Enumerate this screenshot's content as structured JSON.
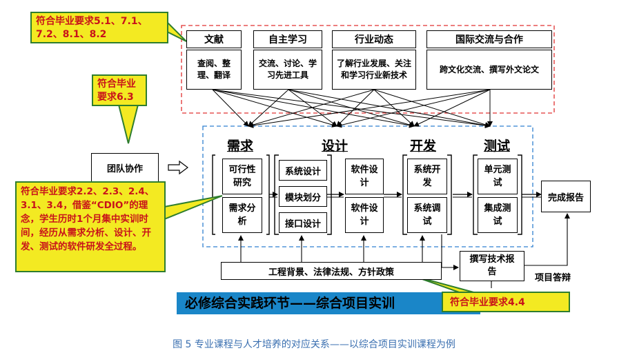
{
  "callouts": {
    "top_left": "符合毕业要求5.1、7.1、7.2、8.1、8.2",
    "team": "符合毕业要求6.3",
    "cdio": "符合毕业要求2.2、2.3、2.4、3.1、3.4，借鉴“CDIO”的理念，学生历时1个月集中实训时间，经历从需求分析、设计、开发、测试的软件研发全过程。",
    "bottom_right": "符合毕业要求4.4"
  },
  "resources": [
    {
      "title": "文献",
      "body": "查阅、整理、翻译"
    },
    {
      "title": "自主学习",
      "body": "交流、讨论、学习先进工具"
    },
    {
      "title": "行业动态",
      "body": "了解行业发展、关注和学习行业新技术"
    },
    {
      "title": "国际交流与合作",
      "body": "跨文化交流、撰写外文论文"
    }
  ],
  "team_box": "团队协作",
  "stages": {
    "requirements": {
      "title": "需求",
      "items": [
        "可行性研究",
        "需求分析"
      ]
    },
    "design": {
      "title": "设计",
      "items": [
        "系统设计",
        "模块划分",
        "接口设计"
      ],
      "sub": [
        "软件设计",
        "软件设计"
      ]
    },
    "dev": {
      "title": "开发",
      "items": [
        "系统开发",
        "系统调试"
      ]
    },
    "test": {
      "title": "测试",
      "items": [
        "单元测试",
        "集成测试"
      ]
    }
  },
  "report": "完成报告",
  "engineering": "工程背景、法律法规、方针政策",
  "tech_report": "撰写技术报告",
  "defense": "项目答辩",
  "banner": "必修综合实践环节——综合项目实训",
  "caption": "图 5 专业课程与人才培养的对应关系——以综合项目实训课程为例",
  "colors": {
    "callout_fill": "#f3ea22",
    "callout_border": "#2e7d2e",
    "callout_text": "#c8121a",
    "banner": "#1a86c8",
    "caption": "#3a6fb0",
    "red_dash": "#e03030",
    "blue_dash": "#2f7fd0"
  }
}
